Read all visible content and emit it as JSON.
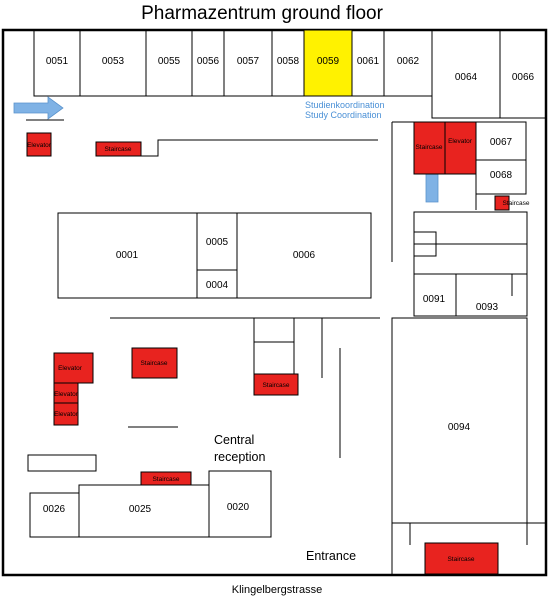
{
  "title": "Pharmazentrum  ground floor",
  "street": "Klingelbergstrasse",
  "colors": {
    "wall": "#000000",
    "stair": "#e8231f",
    "highlight": "#fff200",
    "arrow": "#7fb2e5",
    "note": "#4a90d6"
  },
  "rooms": {
    "r0051": "0051",
    "r0053": "0053",
    "r0055": "0055",
    "r0056": "0056",
    "r0057": "0057",
    "r0058": "0058",
    "r0059": "0059",
    "r0061": "0061",
    "r0062": "0062",
    "r0064": "0064",
    "r0066": "0066",
    "r0067": "0067",
    "r0068": "0068",
    "r0001": "0001",
    "r0005": "0005",
    "r0004": "0004",
    "r0006": "0006",
    "r0091": "0091",
    "r0093": "0093",
    "r0094": "0094",
    "r0026": "0026",
    "r0025": "0025",
    "r0020": "0020"
  },
  "labels": {
    "elevator": "Elevator",
    "staircase": "Staircase",
    "studienkoordination": "Studienkoordination",
    "study_coordination": "Study Coordination",
    "central": "Central",
    "reception": "reception",
    "entrance": "Entrance"
  },
  "icons": {
    "arrow_right": "arrow-right-icon",
    "arrow_up": "arrow-up-icon"
  }
}
